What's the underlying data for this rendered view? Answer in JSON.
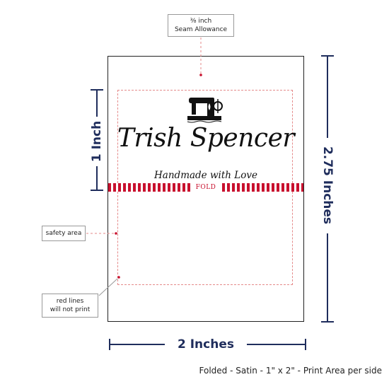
{
  "seam_allowance": {
    "fraction": "⅜ inch",
    "label": "Seam Allowance"
  },
  "safety_area": {
    "label": "safety area"
  },
  "red_lines_note": {
    "line1": "red lines",
    "line2": "will not print"
  },
  "label_preview": {
    "logo_icon": "sewing-machine-icon",
    "name": "Trish Spencer",
    "tagline": "Handmade with Love",
    "fold_text": "FOLD",
    "fold_color": "#c8102e",
    "safety_line_color": "#e58a8a"
  },
  "dimensions": {
    "half_height": "1 Inch",
    "full_height": "2.75 Inches",
    "width": "2 Inches",
    "line_color": "#1f2d5c"
  },
  "footer": {
    "text": "Folded - Satin - 1\" x 2\" - Print Area per side"
  }
}
